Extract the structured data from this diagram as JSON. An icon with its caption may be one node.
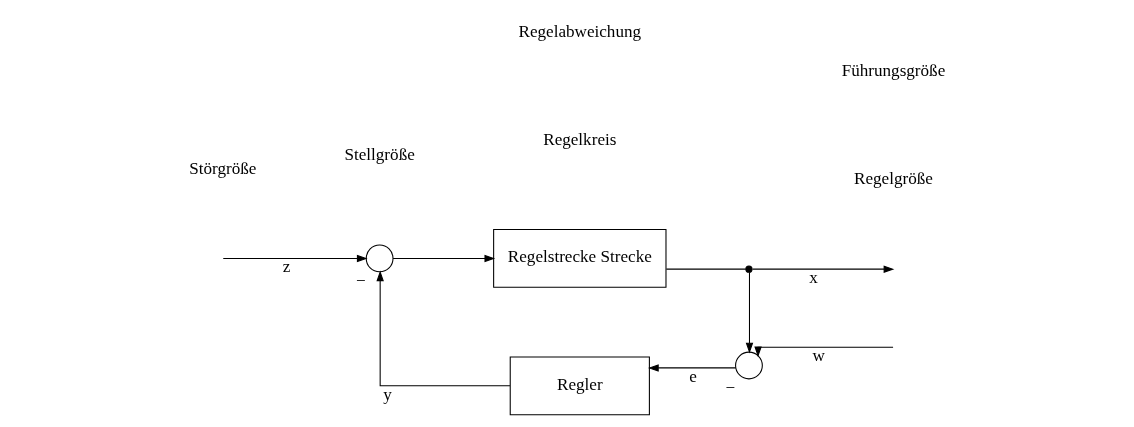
{
  "diagram": {
    "nodes": [
      {
        "text": [],
        "shape": "circle",
        "beside": [
          "−"
        ]
      },
      {
        "text": [
          "Regelstrecke Strecke"
        ]
      },
      {
        "text": [],
        "shape": "point"
      },
      {
        "text": [],
        "shape": "circle",
        "beside": [
          "−"
        ]
      },
      {
        "text": [
          "Regler"
        ]
      }
    ],
    "edges": [
      {
        "from": null,
        "to": 0,
        "arrow": "to",
        "label": "z"
      },
      {
        "from": 0,
        "to": 1,
        "arrow": "to"
      },
      {
        "from": 1,
        "to": 2,
        "arrow": "none"
      },
      {
        "from": 2,
        "to": null,
        "arrow": "to",
        "label": "x"
      },
      {
        "from": 2,
        "to": 3,
        "arrow": "to"
      },
      {
        "from": null,
        "to": 3,
        "arrow": "to",
        "label": "w"
      },
      {
        "from": 3,
        "to": 4,
        "arrow": "to",
        "label": "e"
      },
      {
        "from": 4,
        "to": 0,
        "arrow": "to",
        "label": "y"
      }
    ],
    "labels": [
      "Störgröße",
      "Regelgröße",
      "Regelkreis",
      "Stellgröße",
      "Führungsgröße",
      "Regelabweichung"
    ]
  }
}
